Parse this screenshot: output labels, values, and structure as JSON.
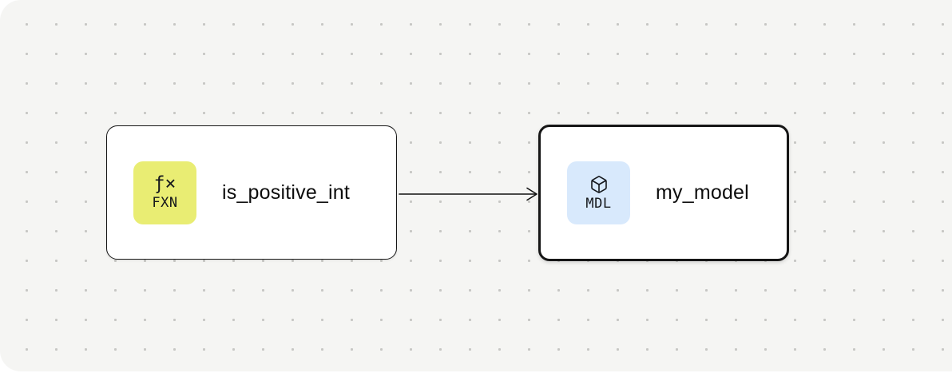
{
  "canvas": {
    "background_color": "#f5f5f3",
    "dot_color": "#c7c7c4"
  },
  "nodes": [
    {
      "id": "is_positive_int",
      "label": "is_positive_int",
      "type_code": "FXN",
      "type_symbol": "ƒ×",
      "badge_color": "#e9ed73",
      "selected": false
    },
    {
      "id": "my_model",
      "label": "my_model",
      "type_code": "MDL",
      "type_icon": "cube-icon",
      "badge_color": "#d8e9fc",
      "selected": true
    }
  ],
  "edges": [
    {
      "from": "is_positive_int",
      "to": "my_model"
    }
  ],
  "edge_style": {
    "color": "#111111"
  }
}
